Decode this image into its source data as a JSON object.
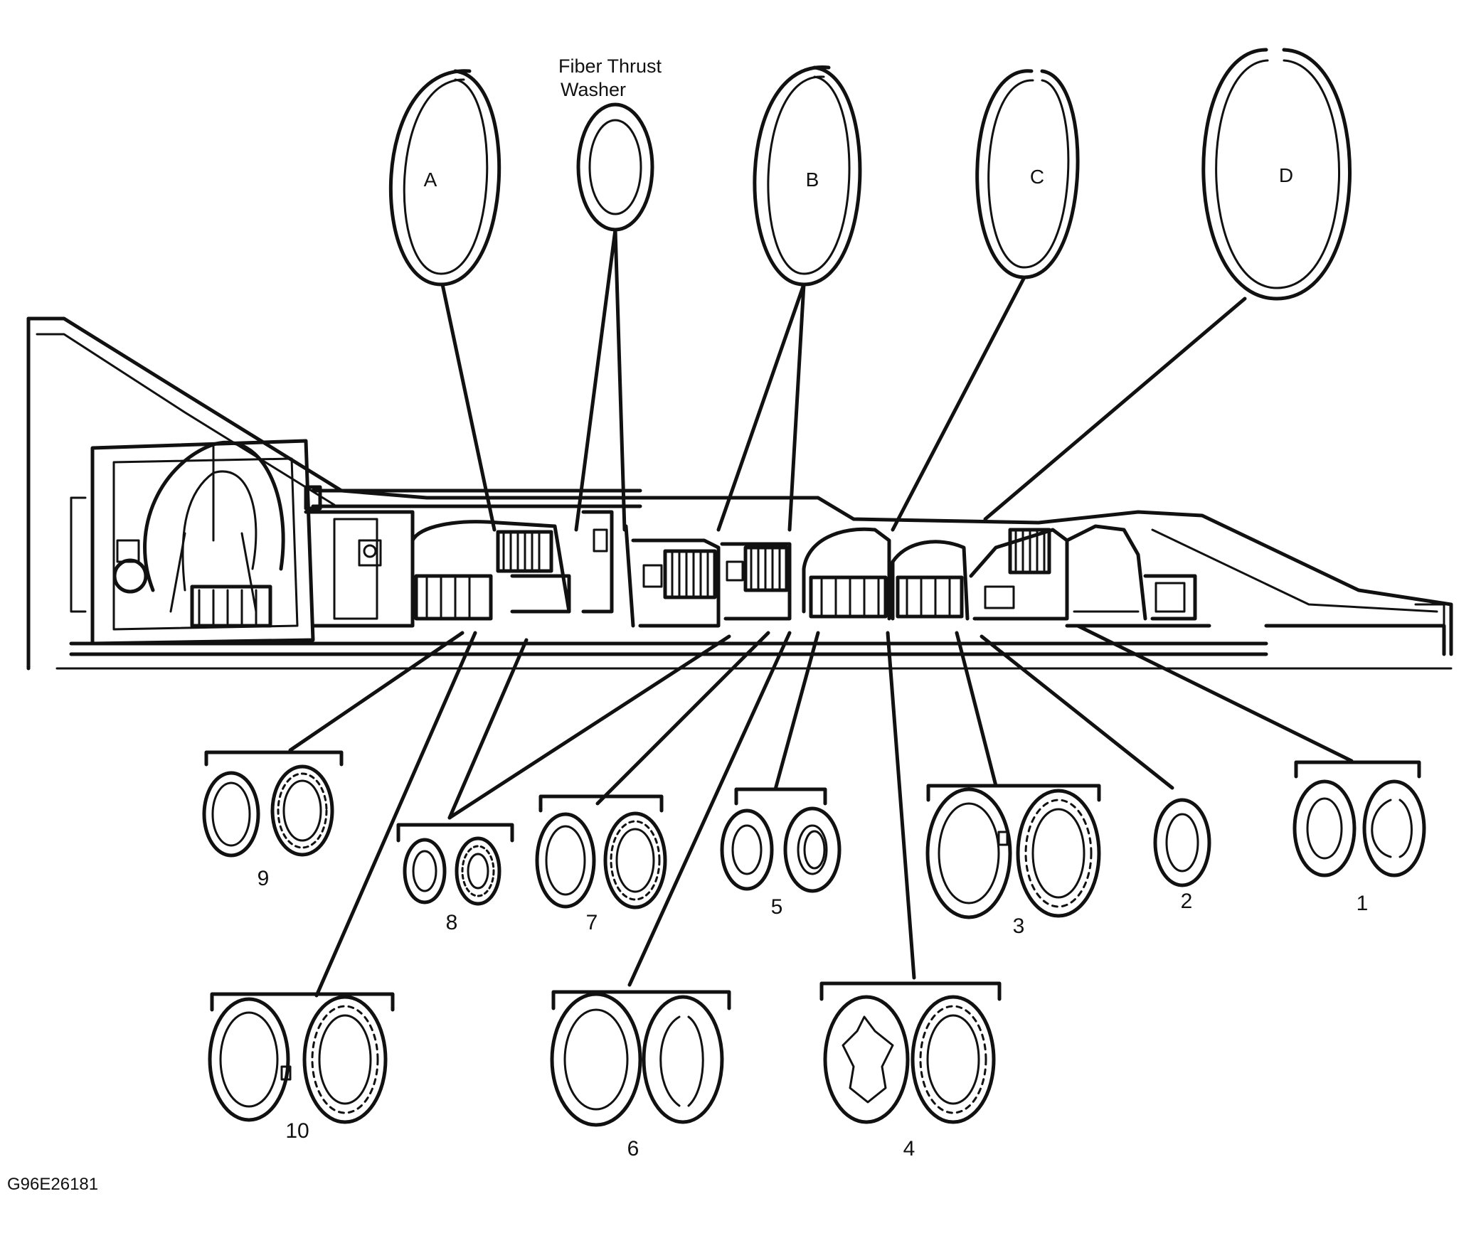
{
  "callout_title": "Fiber Thrust\nWasher",
  "callout_title_line1": "Fiber Thrust",
  "callout_title_line2": "Washer",
  "snap_rings": [
    {
      "label": "A"
    },
    {
      "label": "B"
    },
    {
      "label": "C"
    },
    {
      "label": "D"
    }
  ],
  "washer_sets": [
    {
      "number": "1"
    },
    {
      "number": "2"
    },
    {
      "number": "3"
    },
    {
      "number": "4"
    },
    {
      "number": "5"
    },
    {
      "number": "6"
    },
    {
      "number": "7"
    },
    {
      "number": "8"
    },
    {
      "number": "9"
    },
    {
      "number": "10"
    }
  ],
  "figure_code": "G96E26181"
}
